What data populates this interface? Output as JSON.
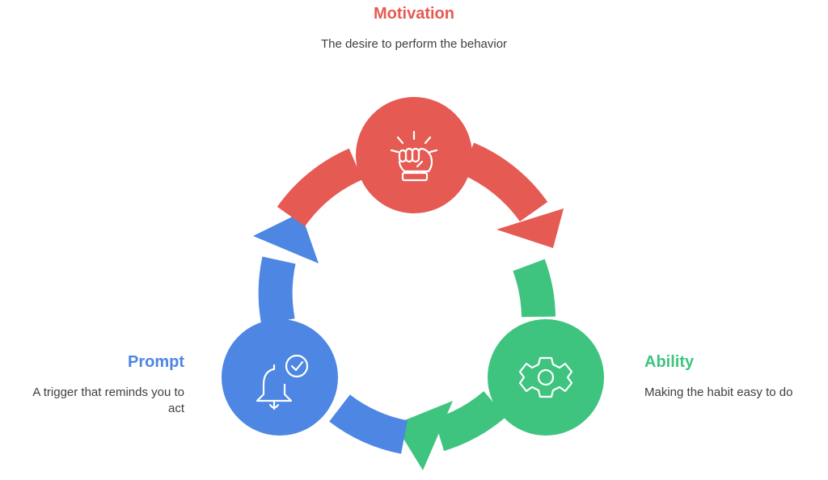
{
  "colors": {
    "motivation": "#e55a52",
    "ability": "#3ec47f",
    "prompt": "#4d86e3",
    "icon": "#ffffff",
    "description": "#3f3f3f"
  },
  "nodes": [
    {
      "id": "motivation",
      "title": "Motivation",
      "description": "The desire to perform the behavior",
      "icon": "raised-fist-icon"
    },
    {
      "id": "ability",
      "title": "Ability",
      "description": "Making the habit easy to do",
      "icon": "gear-icon"
    },
    {
      "id": "prompt",
      "title": "Prompt",
      "description": "A trigger that reminds you to act",
      "icon": "bell-check-icon"
    }
  ],
  "cycle_order": [
    "motivation",
    "ability",
    "prompt"
  ]
}
